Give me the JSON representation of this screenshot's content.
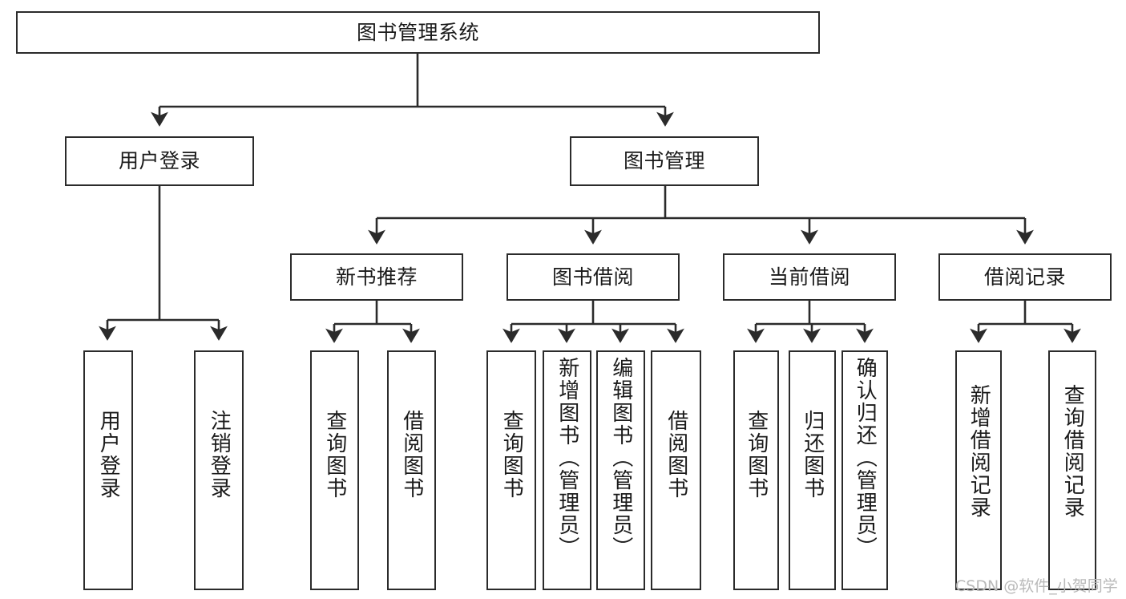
{
  "diagram": {
    "type": "tree",
    "title": "图书管理系统",
    "orientation": "top-down",
    "colors": {
      "box_border": "#2b2b2b",
      "box_fill": "#ffffff",
      "edge": "#2b2b2b",
      "text": "#1a1a1a",
      "watermark": "#b9b9b9"
    },
    "levels": {
      "root": {
        "label": "图书管理系统"
      },
      "level1": [
        {
          "label": "用户登录"
        },
        {
          "label": "图书管理"
        }
      ],
      "level2": [
        {
          "label": "新书推荐"
        },
        {
          "label": "图书借阅"
        },
        {
          "label": "当前借阅"
        },
        {
          "label": "借阅记录"
        }
      ],
      "leaves": {
        "user_login": [
          {
            "label": "用户登录"
          },
          {
            "label": "注销登录"
          }
        ],
        "new_book_recommend": [
          {
            "label": "查询图书"
          },
          {
            "label": "借阅图书"
          }
        ],
        "book_borrow": [
          {
            "label": "查询图书"
          },
          {
            "label": "新增图书（管理员）"
          },
          {
            "label": "编辑图书（管理员）"
          },
          {
            "label": "借阅图书"
          }
        ],
        "current_borrow": [
          {
            "label": "查询图书"
          },
          {
            "label": "归还图书"
          },
          {
            "label": "确认归还（管理员）"
          }
        ],
        "borrow_record": [
          {
            "label": "新增借阅记录"
          },
          {
            "label": "查询借阅记录"
          }
        ]
      }
    }
  },
  "watermark": {
    "text": "CSDN @软件_小贺同学"
  }
}
